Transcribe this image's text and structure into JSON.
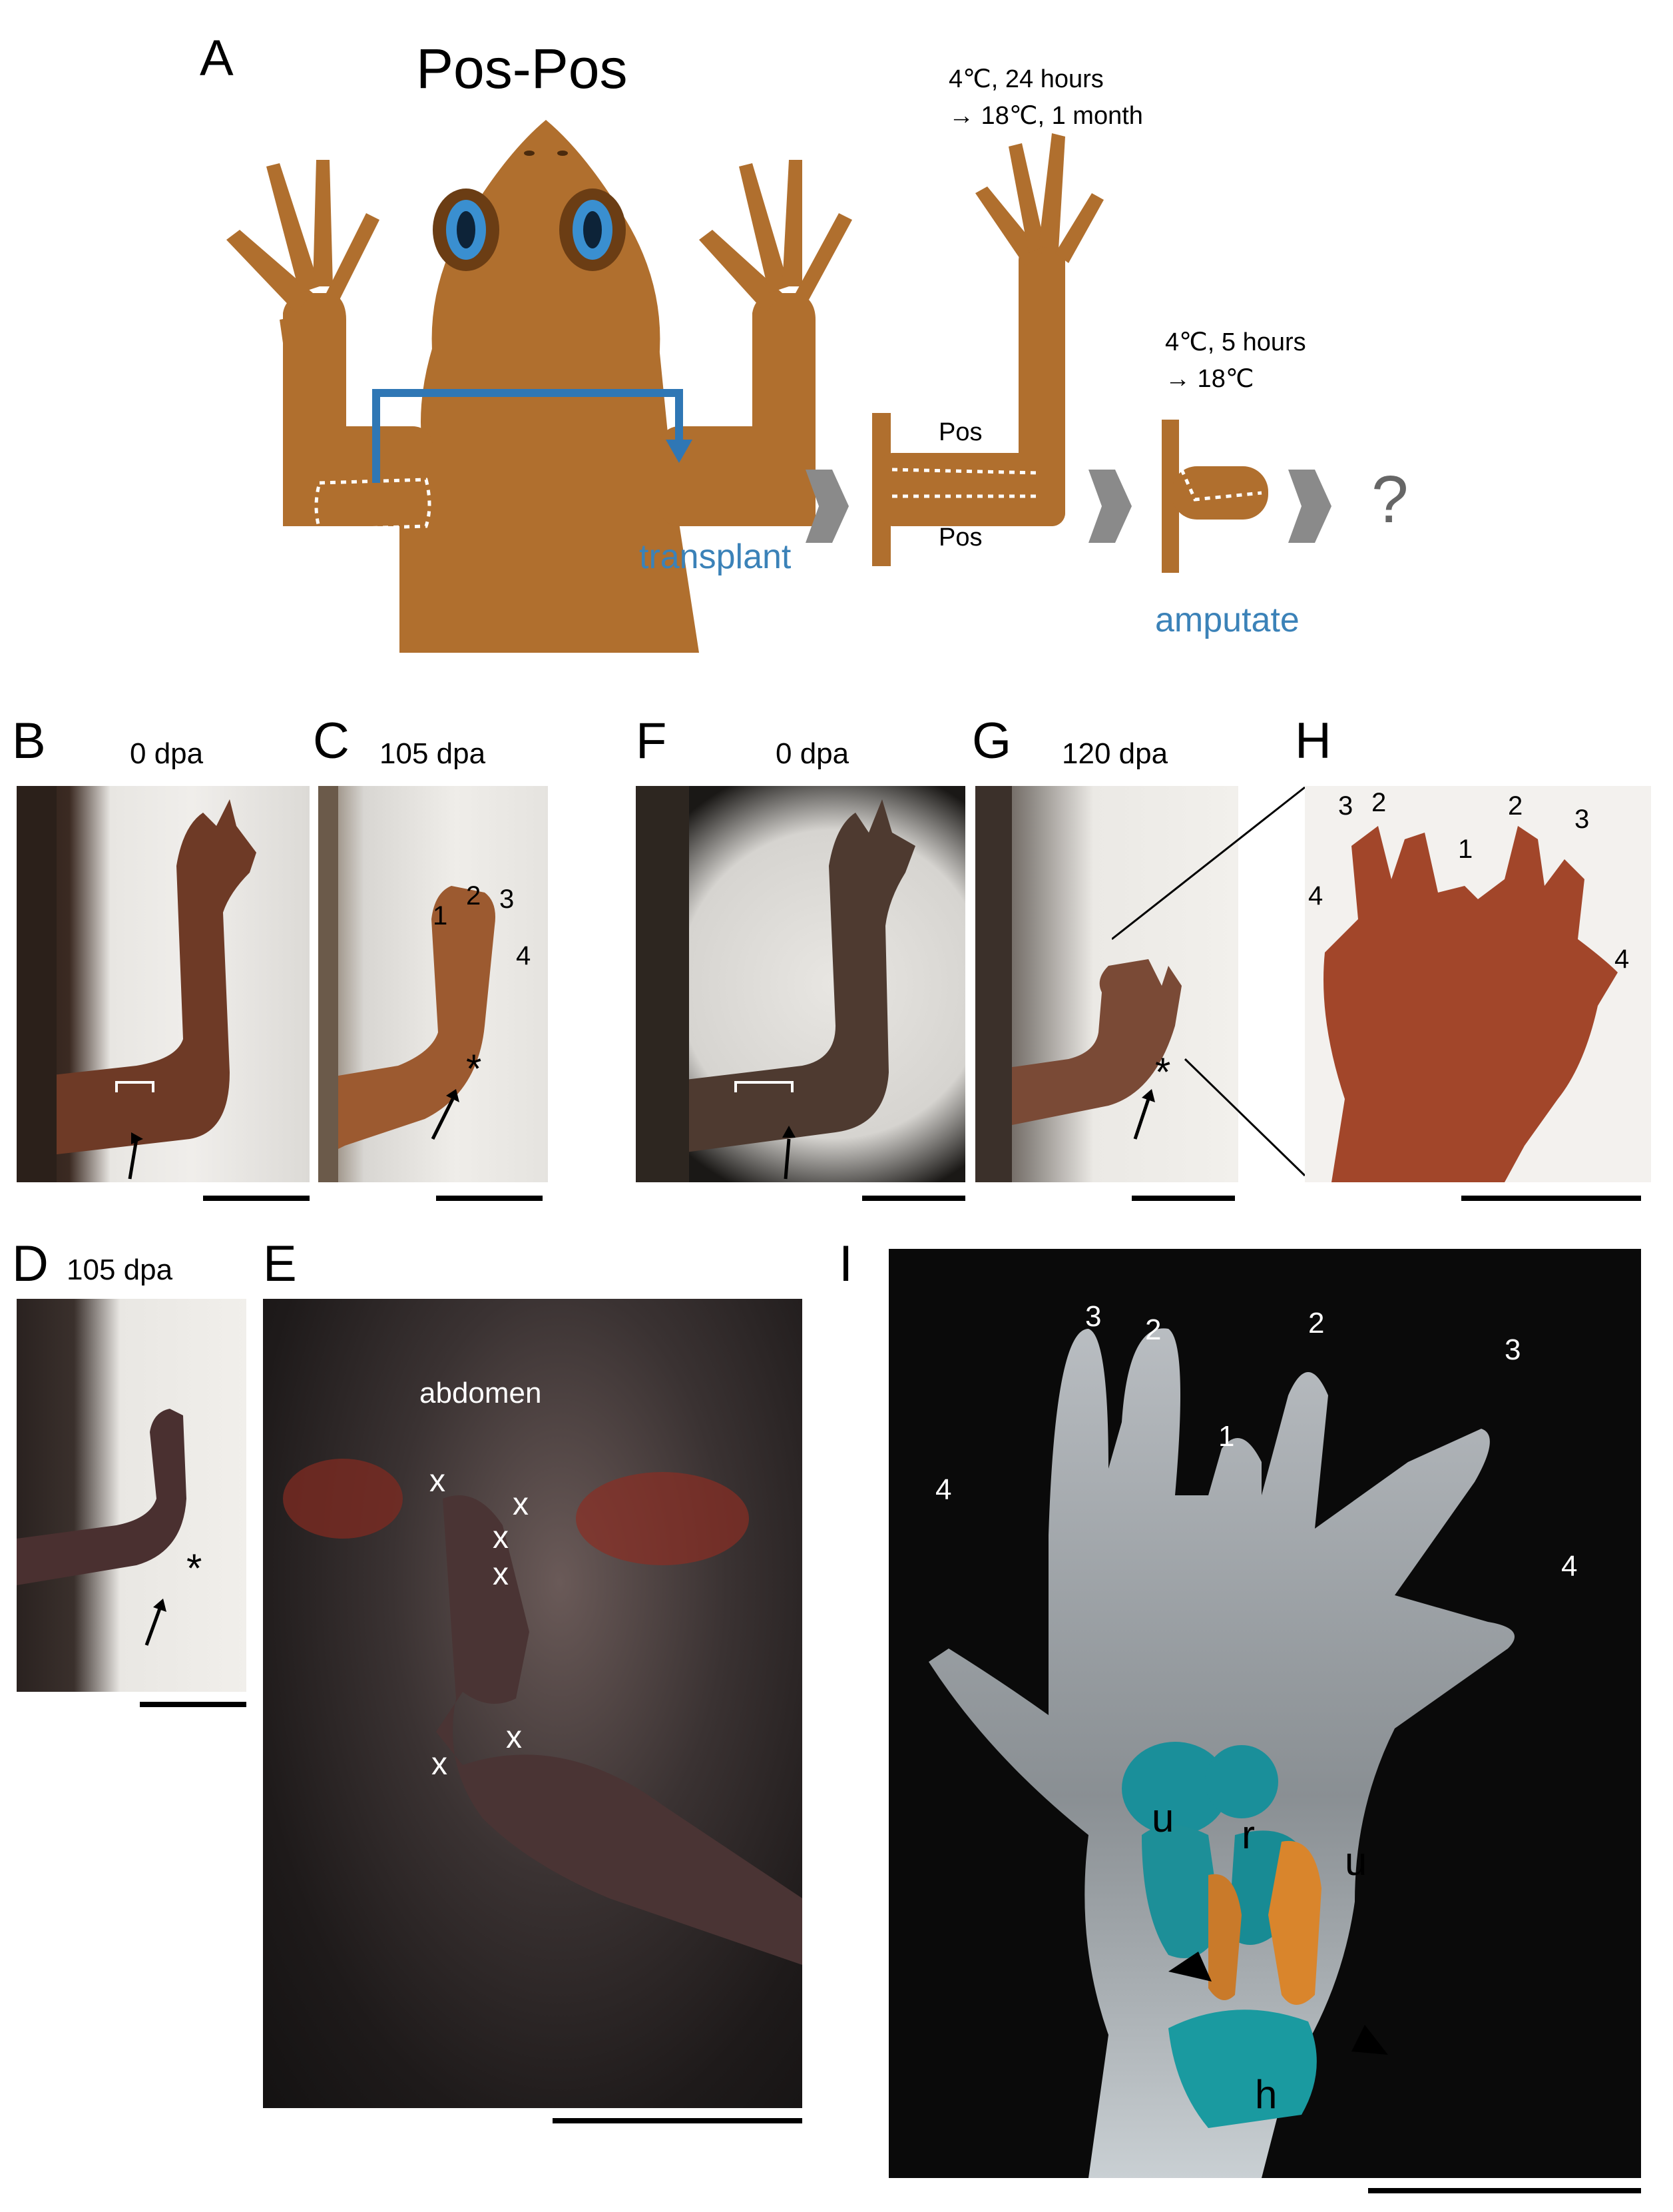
{
  "colors": {
    "body_brown": "#b06f2e",
    "eye_blue": "#3a8fd0",
    "arrow_blue": "#2f77b5",
    "process_gray": "#8a8a8a",
    "accent_blue_text": "#3b82b8",
    "stain_blue": "#1a8f9a",
    "stain_orange": "#d9852c",
    "dark_bg": "#0a0a0a"
  },
  "panelA": {
    "letter": "A",
    "title": "Pos-Pos",
    "transplant_label": "transplant",
    "step1_condition_line1": "4℃, 24 hours",
    "step1_condition_line2": "→ 18℃, 1 month",
    "pos_upper": "Pos",
    "pos_lower": "Pos",
    "step2_condition_line1": "4℃, 5 hours",
    "step2_condition_line2": "→ 18℃",
    "amputate_label": "amputate",
    "question": "?"
  },
  "panels": {
    "B": {
      "letter": "B",
      "dpa": "0 dpa"
    },
    "C": {
      "letter": "C",
      "dpa": "105 dpa",
      "digits": [
        "1",
        "2",
        "3",
        "4"
      ],
      "asterisk": "*"
    },
    "D": {
      "letter": "D",
      "dpa": "105 dpa",
      "asterisk": "*"
    },
    "E": {
      "letter": "E",
      "label": "abdomen",
      "marks": [
        "x",
        "x",
        "x",
        "x",
        "x",
        "x"
      ]
    },
    "F": {
      "letter": "F",
      "dpa": "0 dpa"
    },
    "G": {
      "letter": "G",
      "dpa": "120 dpa",
      "asterisk": "*"
    },
    "H": {
      "letter": "H",
      "digits": [
        "3",
        "2",
        "1",
        "2",
        "3",
        "4",
        "4"
      ]
    },
    "I": {
      "letter": "I",
      "digits": [
        "3",
        "2",
        "2",
        "3",
        "1",
        "4",
        "4"
      ],
      "bones": [
        "u",
        "r",
        "u",
        "h"
      ]
    }
  }
}
